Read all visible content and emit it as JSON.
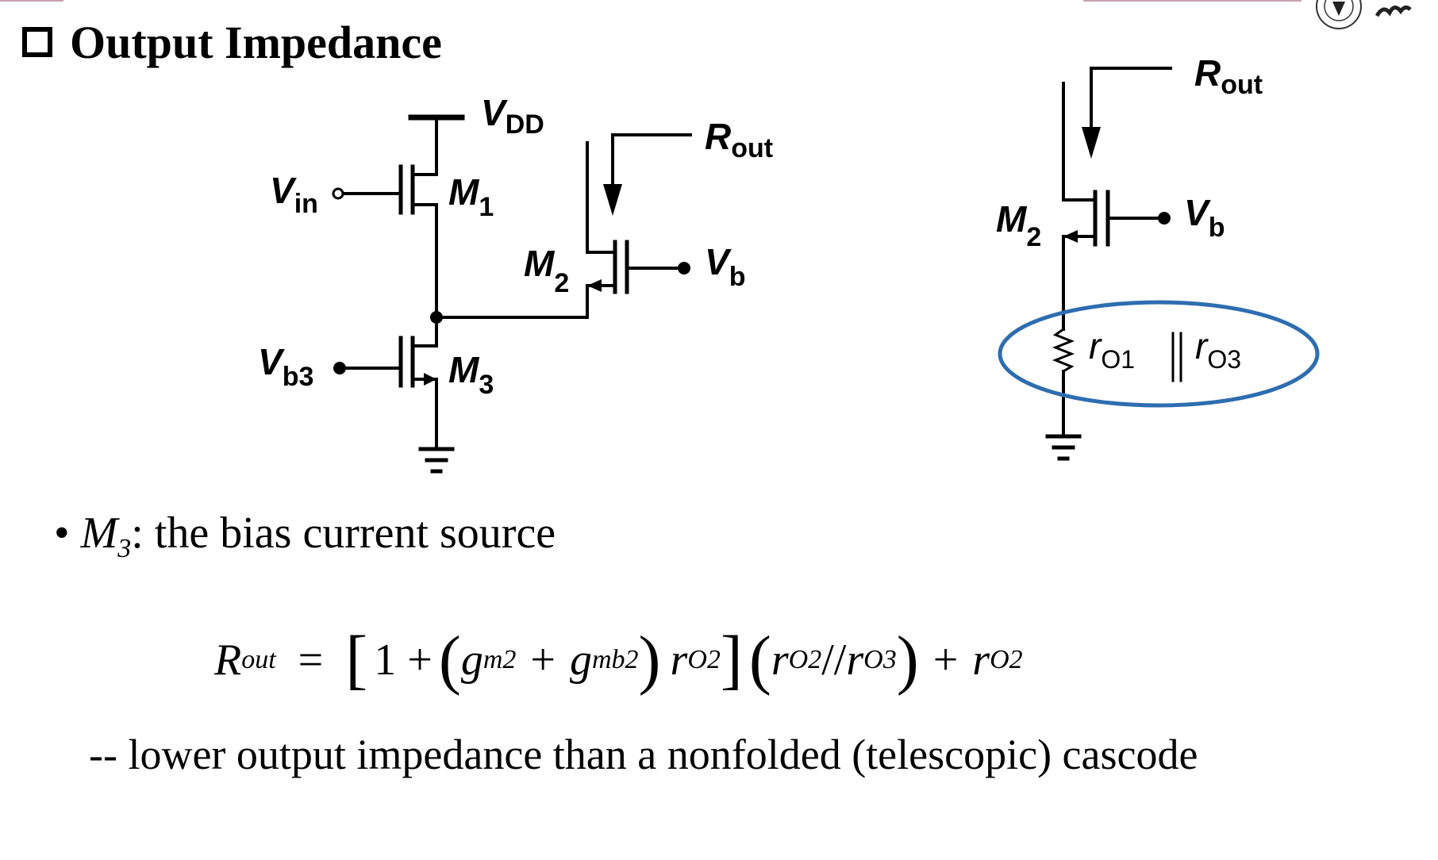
{
  "title": "Output Impedance",
  "circuit_left": {
    "vdd": "V",
    "vdd_sub": "DD",
    "vin": "V",
    "vin_sub": "in",
    "m1": "M",
    "m1_sub": "1",
    "m2": "M",
    "m2_sub": "2",
    "m3": "M",
    "m3_sub": "3",
    "vb": "V",
    "vb_sub": "b",
    "vb3": "V",
    "vb3_sub": "b3",
    "rout": "R",
    "rout_sub": "out"
  },
  "circuit_right": {
    "rout": "R",
    "rout_sub": "out",
    "m2": "M",
    "m2_sub": "2",
    "vb": "V",
    "vb_sub": "b",
    "r1": "r",
    "r1_sub": "O1",
    "parallel": "||",
    "r3": "r",
    "r3_sub": "O3",
    "highlight_color": "#2e6db0"
  },
  "bullet": {
    "symbol": "•",
    "var": "M",
    "var_sub": "3",
    "text": ": the bias current source"
  },
  "equation": {
    "lhs": "R",
    "lhs_sub": "out",
    "eq": "=",
    "lb": "[",
    "one": "1 +",
    "lp": "(",
    "g1": "g",
    "g1_sub": "m2",
    "plus": "+",
    "g2": "g",
    "g2_sub": "mb2",
    "rp": ")",
    "r1": "r",
    "r1_sub": "O2",
    "rb": "]",
    "lp2": "(",
    "r2": "r",
    "r2_sub": "O2",
    "par": "//",
    "r3": "r",
    "r3_sub": "O3",
    "rp2": ")",
    "plus2": "+",
    "r4": "r",
    "r4_sub": "O2"
  },
  "note": "-- lower output impedance than a nonfolded (telescopic) cascode"
}
